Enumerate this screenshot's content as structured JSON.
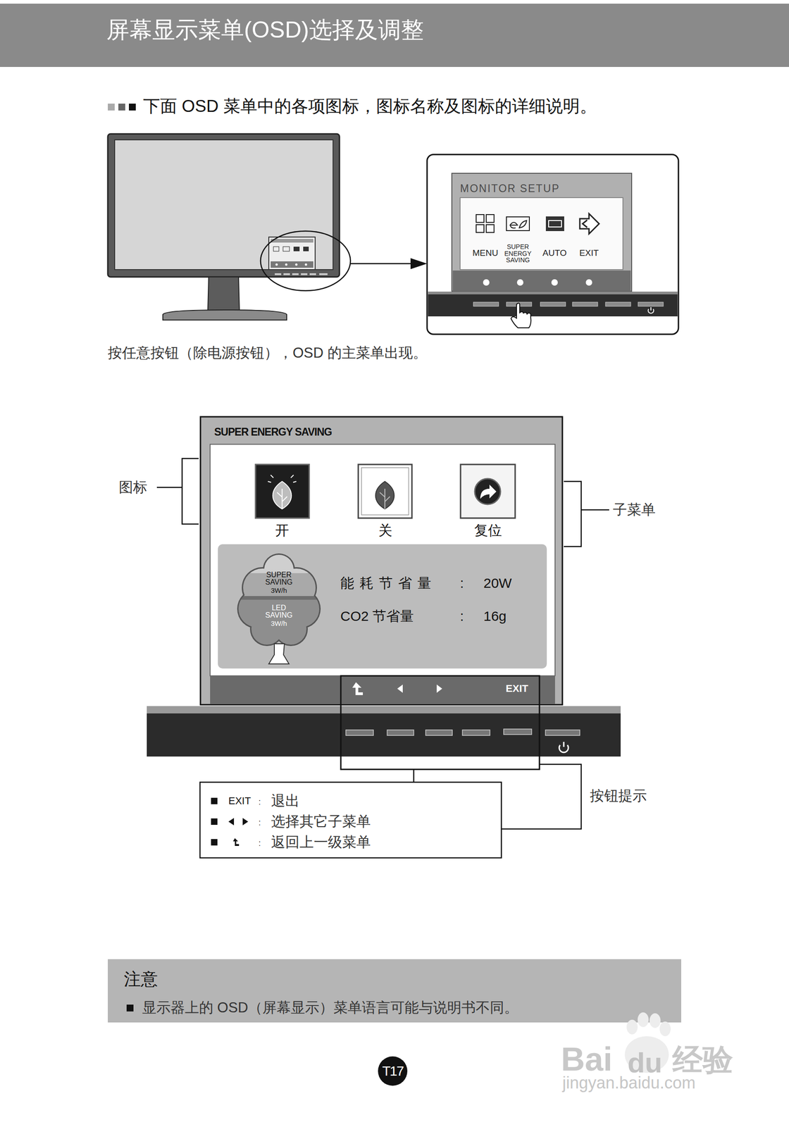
{
  "diagram": {
    "title": "屏幕显示菜单(OSD)选择及调整",
    "nodes": [
      {
        "text": [
          "MONITOR SETUP"
        ]
      },
      {
        "text": [
          "MENU"
        ],
        "in": 0
      },
      {
        "text": [
          "SUPER ENERGY SAVING"
        ],
        "in": 0
      },
      {
        "text": [
          "AUTO"
        ],
        "in": 0
      },
      {
        "text": [
          "EXIT"
        ],
        "in": 0
      },
      {
        "text": [
          "SUPER ENERGY SAVING"
        ]
      },
      {
        "text": [
          "开"
        ],
        "in": 5
      },
      {
        "text": [
          "关"
        ],
        "in": 5
      },
      {
        "text": [
          "复位"
        ],
        "in": 5
      },
      {
        "text": [
          "能耗节省量",
          ":",
          "20W",
          "CO2 节省量",
          ":",
          "16g"
        ],
        "in": 5
      },
      {
        "text": [
          "SUPER SAVING",
          "3W/h",
          "LED SAVING",
          "3W/h"
        ],
        "in": 9
      },
      {
        "text": [
          "EXIT"
        ]
      },
      {
        "text": [
          "EXIT",
          ":",
          "退出",
          ":",
          "选择其它子菜单",
          ":",
          "返回上一级菜单"
        ]
      },
      {
        "text": [
          "注意",
          "显示器上的 OSD（屏幕显示）菜单语言可能与说明书不同。"
        ]
      },
      {
        "text": [
          "T17"
        ]
      }
    ],
    "edges": [
      {
        "from": 11,
        "to": 12,
        "arrow": "none"
      }
    ],
    "labels": [
      "下面 OSD 菜单中的各项图标，图标名称及图标的详细说明。",
      "按任意按钮（除电源按钮），OSD 的主菜单出现。",
      "图标",
      "子菜单",
      "按钮提示",
      "Bai",
      "du",
      "经验",
      "jingyan.baidu.com"
    ]
  }
}
